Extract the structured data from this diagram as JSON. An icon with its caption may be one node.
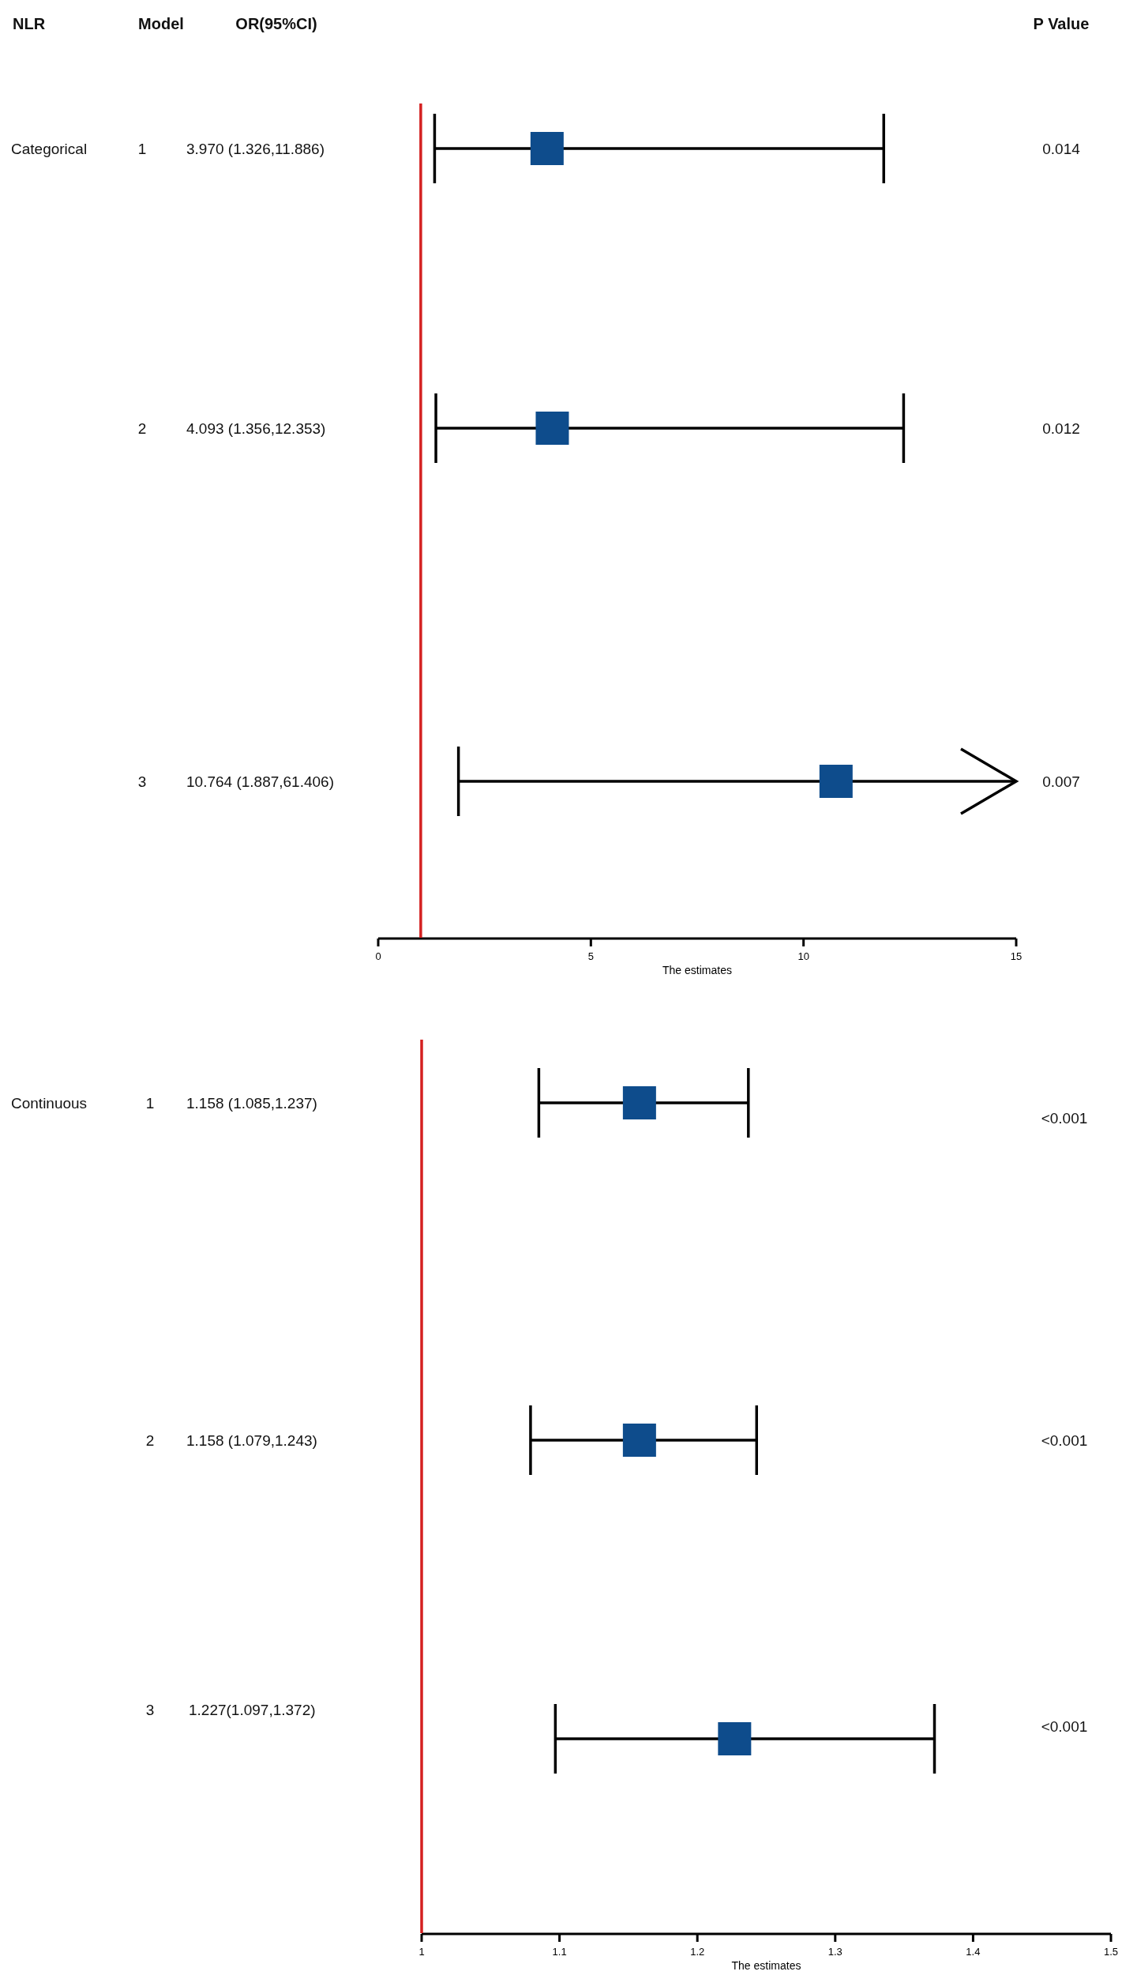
{
  "diagram": {
    "labels": [
      "NLR",
      "Model",
      "OR(95%CI)",
      "P Value",
      "Categorical",
      "1",
      "3.970 (1.326,11.886)",
      "0.014",
      "2",
      "4.093 (1.356,12.353)",
      "0.012",
      "3",
      "10.764 (1.887,61.406)",
      "0.007",
      "Continuous",
      "1",
      "1.158 (1.085,1.237)",
      "<0.001",
      "2",
      "1.158 (1.079,1.243)",
      "<0.001",
      "3",
      "1.227(1.097,1.372)",
      "<0.001"
    ],
    "chart_data": [
      {
        "type": "scatter",
        "orientation": "horizontal",
        "categories": [
          null,
          null,
          null
        ],
        "xlabel": "The estimates",
        "xlim": [
          0,
          15
        ],
        "xticks": [
          0,
          5,
          10,
          15
        ],
        "series": [
          {
            "color": "#0e4c8c",
            "values": [
              3.97,
              4.093,
              10.764
            ],
            "errors": [
              [
                1.326,
                11.886
              ],
              [
                1.356,
                12.353
              ],
              [
                1.887,
                15
              ]
            ]
          }
        ],
        "ref_lines": [
          {
            "axis": "x",
            "value": 1
          }
        ]
      },
      {
        "type": "scatter",
        "orientation": "horizontal",
        "categories": [
          null,
          null,
          null
        ],
        "xlabel": "The estimates",
        "xlim": [
          1,
          1.5
        ],
        "xticks": [
          1,
          1.1,
          1.2,
          1.3,
          1.4,
          1.5
        ],
        "series": [
          {
            "color": "#0e4c8c",
            "values": [
              1.158,
              1.158,
              1.227
            ],
            "errors": [
              [
                1.085,
                1.237
              ],
              [
                1.079,
                1.243
              ],
              [
                1.097,
                1.372
              ]
            ]
          }
        ],
        "ref_lines": [
          {
            "axis": "x",
            "value": 1
          }
        ]
      }
    ]
  }
}
